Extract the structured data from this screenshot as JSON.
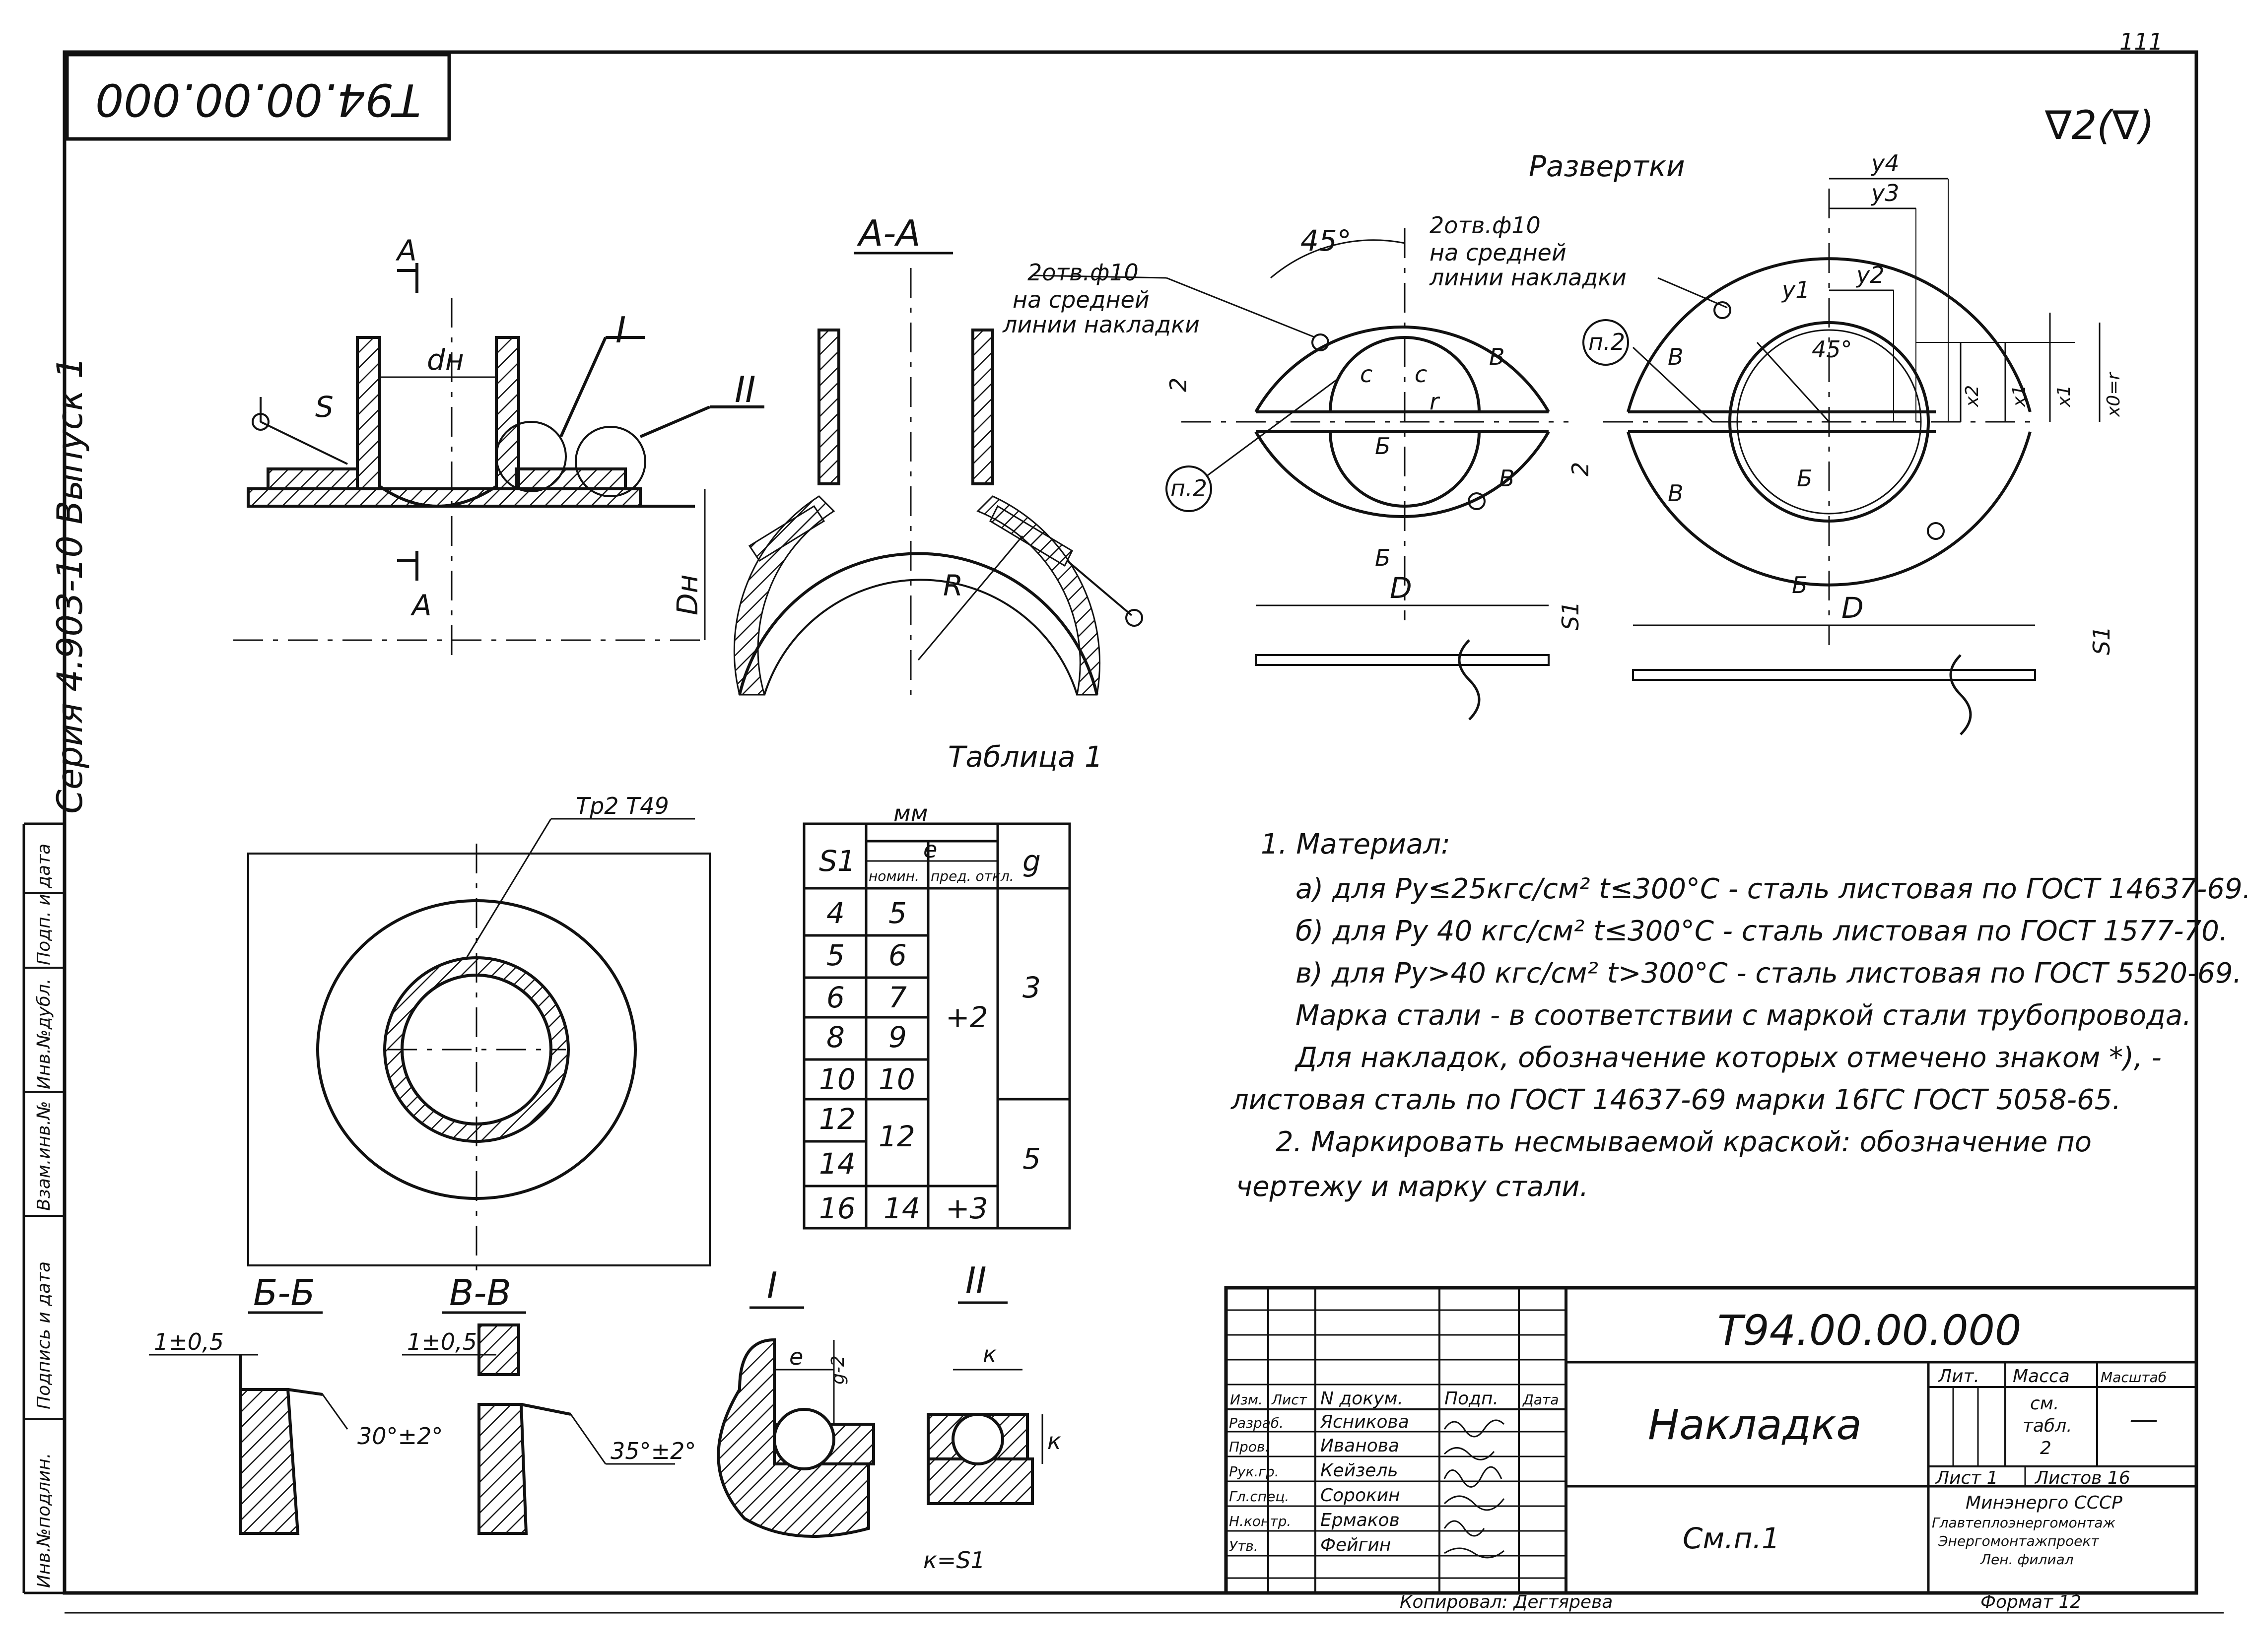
{
  "sheet_number": "111",
  "frame_code_rotated": "Т94.00.00.000",
  "roughness": "∇2(∇)",
  "series": "Серия 4.903-10 Выпуск 1",
  "left_margin_labels": [
    "Инв.№подлин.",
    "Подпись и дата",
    "Взам.инв.№",
    "Инв.№дубл.",
    "Подп. и дата"
  ],
  "views": {
    "razvertki_title": "Развертки",
    "aa_title": "А-А",
    "section_a": "А",
    "dn": "dн",
    "Dn": "Dн",
    "s": "S",
    "mark_I": "I",
    "mark_II": "II",
    "R": "R",
    "hole_note_line1": "2отв.ф10",
    "hole_note_line2": "на средней",
    "hole_note_line3": "линии накладки",
    "angle45": "45°",
    "c": "с",
    "r": "r",
    "B": "Б",
    "V": "В",
    "D": "D",
    "S1": "S1",
    "dim2": "2",
    "p2": "п.2",
    "y1": "у1",
    "y2": "у2",
    "y3": "у3",
    "y4": "у4",
    "x1": "х1",
    "x2": "х2",
    "x1b": "х1",
    "x0": "х0=r",
    "pipe_label": "Тр2 Т49",
    "bb_title": "Б-Б",
    "vv_title": "В-В",
    "tol": "1±0,5",
    "angle30": "30°±2°",
    "angle35": "35°±2°",
    "e": "е",
    "g2": "g-2",
    "k": "к",
    "k_eq": "к=S1"
  },
  "table": {
    "caption": "Таблица 1",
    "units": "мм",
    "head_s": "S1",
    "head_e": "е",
    "head_nom": "номин.",
    "head_dev": "пред. откл.",
    "head_g": "g",
    "rows": [
      {
        "s": "4",
        "nom": "5"
      },
      {
        "s": "5",
        "nom": "6"
      },
      {
        "s": "6",
        "nom": "7"
      },
      {
        "s": "8",
        "nom": "9"
      },
      {
        "s": "10",
        "nom": "10"
      },
      {
        "s": "12",
        "nom": "12"
      },
      {
        "s": "14",
        "nom": ""
      },
      {
        "s": "16",
        "nom": "14"
      }
    ],
    "dev_main": "+2",
    "dev_last": "+3",
    "g_top": "3",
    "g_bottom": "5"
  },
  "notes": [
    "1. Материал:",
    "а) для Ру≤25кгс/см² t≤300°С - сталь листовая по ГОСТ 14637-69.",
    "б) для Ру 40 кгс/см² t≤300°С - сталь листовая по ГОСТ 1577-70.",
    "в) для Ру>40 кгс/см² t>300°С - сталь листовая по ГОСТ 5520-69.",
    "Марка стали - в соответствии с маркой стали трубопровода.",
    "Для накладок, обозначение которых отмечено знаком *), -",
    "листовая сталь по ГОСТ 14637-69 марки 16ГС ГОСТ 5058-65.",
    "2. Маркировать несмываемой краской: обозначение по",
    "чертежу и марку стали."
  ],
  "title_block": {
    "code": "Т94.00.00.000",
    "name": "Накладка",
    "material": "См.п.1",
    "h_izm": "Изм.",
    "h_list": "Лист",
    "h_doc": "N докум.",
    "h_podp": "Подп.",
    "h_data": "Дата",
    "roles": [
      {
        "role": "Разраб.",
        "name": "Ясникова"
      },
      {
        "role": "Пров.",
        "name": "Иванова"
      },
      {
        "role": "Рук.гр.",
        "name": "Кейзель"
      },
      {
        "role": "Гл.спец.",
        "name": "Сорокин"
      },
      {
        "role": "Н.контр.",
        "name": "Ермаков"
      },
      {
        "role": "Утв.",
        "name": "Фейгин"
      }
    ],
    "lit": "Лит.",
    "massa": "Масса",
    "masshtab": "Масштаб",
    "mass_value_line1": "см.",
    "mass_value_line2": "табл.",
    "mass_value_line3": "2",
    "scale_value": "—",
    "sheet": "Лист 1",
    "sheets": "Листов 16",
    "org_line1": "Минэнерго СССР",
    "org_line2": "Главтеплоэнергомонтаж",
    "org_line3": "Энергомонтажпроект",
    "org_line4": "Лен. филиал",
    "copied": "Копировал: Дегтярева",
    "format": "Формат 12"
  }
}
